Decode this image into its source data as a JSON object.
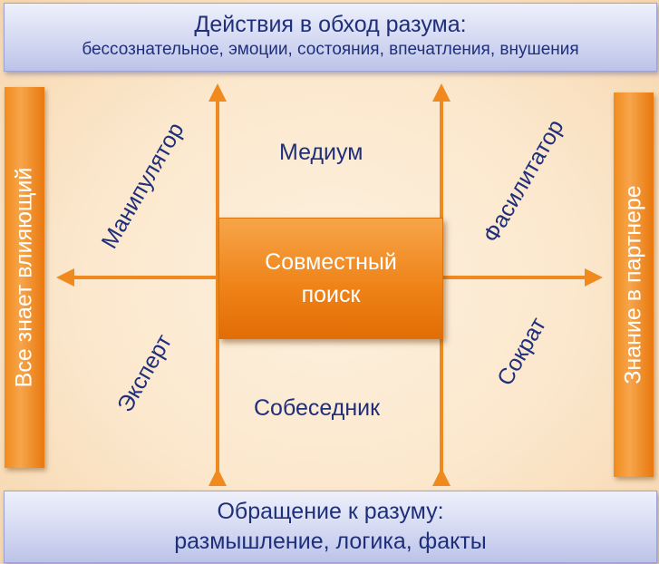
{
  "top_banner": {
    "line1": "Действия в обход разума:",
    "line2": "бессознательное, эмоции, состояния, впечатления,  внушения"
  },
  "bottom_banner": {
    "line1": "Обращение к разуму:",
    "line2": "размышление, логика, факты"
  },
  "left_bar": "Все знает влияющий",
  "right_bar": "Знание в партнере",
  "center": {
    "line1": "Совместный",
    "line2": "поиск"
  },
  "quadrants": {
    "top_middle": "Медиум",
    "bottom_middle": "Собеседник",
    "top_left": "Манипулятор",
    "bottom_left": "Эксперт",
    "top_right": "Фасилитатор",
    "bottom_right": "Сократ"
  },
  "colors": {
    "orange": "#f08a1e",
    "navy": "#1f2f7a",
    "banner_blue": "#d4d9f2"
  }
}
